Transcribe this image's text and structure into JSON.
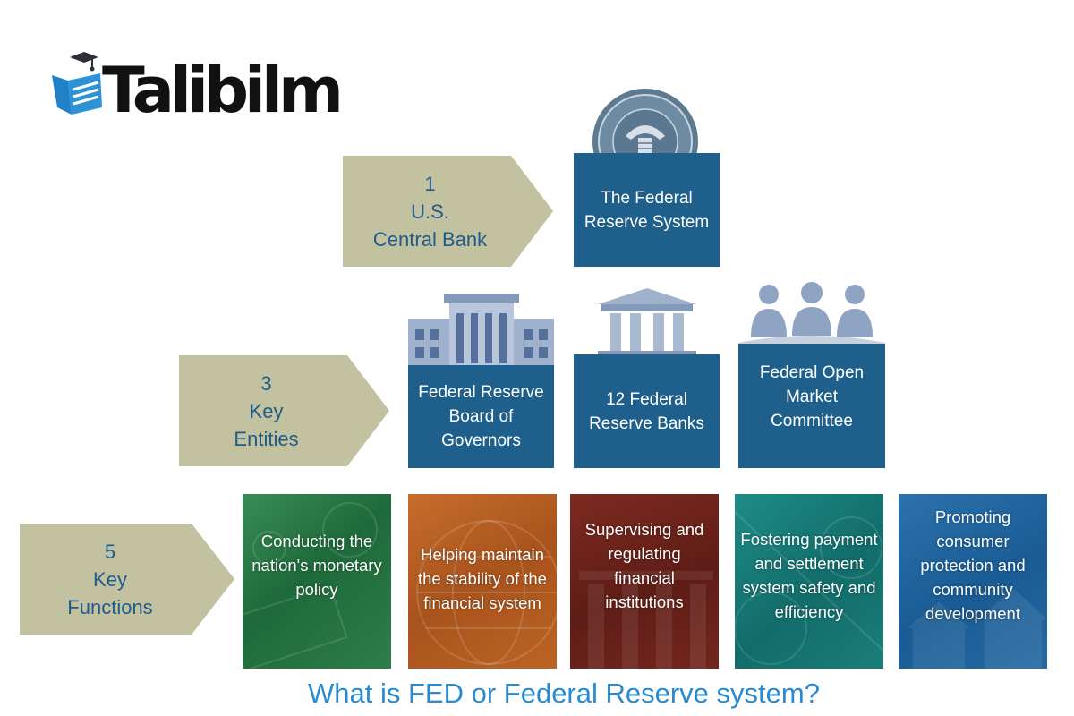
{
  "logo": {
    "text": "Talibilm"
  },
  "levels": [
    {
      "number": "1",
      "line1": "U.S.",
      "line2": "Central Bank"
    },
    {
      "number": "3",
      "line1": "Key",
      "line2": "Entities"
    },
    {
      "number": "5",
      "line1": "Key",
      "line2": "Functions"
    }
  ],
  "system": {
    "label": "The Federal Reserve System"
  },
  "entities": [
    {
      "label": "Federal Reserve Board of Governors"
    },
    {
      "label": "12 Federal Reserve Banks"
    },
    {
      "label": "Federal Open Market Committee"
    }
  ],
  "functions": [
    {
      "label": "Conducting the nation's monetary policy"
    },
    {
      "label": "Helping maintain the stability of the financial system"
    },
    {
      "label": "Supervising and regulating financial institutions"
    },
    {
      "label": "Fostering payment and settlement system safety and efficiency"
    },
    {
      "label": "Promoting consumer protection and community development"
    }
  ],
  "caption": "What is FED or Federal Reserve system?",
  "colors": {
    "arrow": "#c3c2a0",
    "arrow_text": "#1f5b8a",
    "entity_box": "#1f5f8b",
    "caption": "#2a8ad0",
    "icon": "#8fa3c2",
    "tiles": [
      "#2f7d4a",
      "#b15c22",
      "#6a221a",
      "#177573",
      "#2164a0"
    ]
  }
}
